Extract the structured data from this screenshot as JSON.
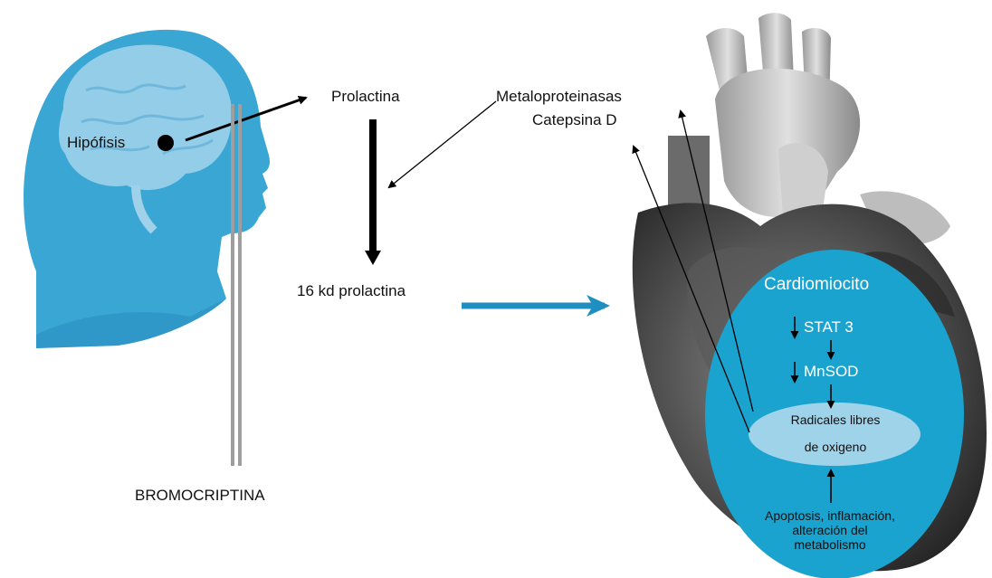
{
  "labels": {
    "hipofisis": "Hipófisis",
    "prolactina": "Prolactina",
    "metaloproteinasas": "Metaloproteinasas",
    "catepsina": "Catepsina D",
    "prolactina16": "16 kd prolactina",
    "bromocriptina": "BROMOCRIPTINA",
    "cardiomiocito": "Cardiomiocito",
    "stat3": "STAT 3",
    "mnsod": "MnSOD",
    "radicales_line1": "Radicales libres",
    "radicales_line2": "de oxigeno",
    "apoptosis_line1": "Apoptosis, inflamación,",
    "apoptosis_line2": "alteración del",
    "apoptosis_line3": "metabolismo"
  },
  "colors": {
    "head": "#3aa6d4",
    "head_dark": "#2a8fc0",
    "brain": "#9fd2ea",
    "cell": "#1ba3cf",
    "ros": "#9fd3ea",
    "heart_dark": "#3a3a3a",
    "heart_mid": "#6b6b6b",
    "heart_light": "#bdbdbd",
    "bromo_bar": "#9e9e9e",
    "blue_arrow": "#1f8fc2"
  },
  "icons": [
    "head-silhouette-icon",
    "brain-icon",
    "heart-illustration-icon"
  ]
}
